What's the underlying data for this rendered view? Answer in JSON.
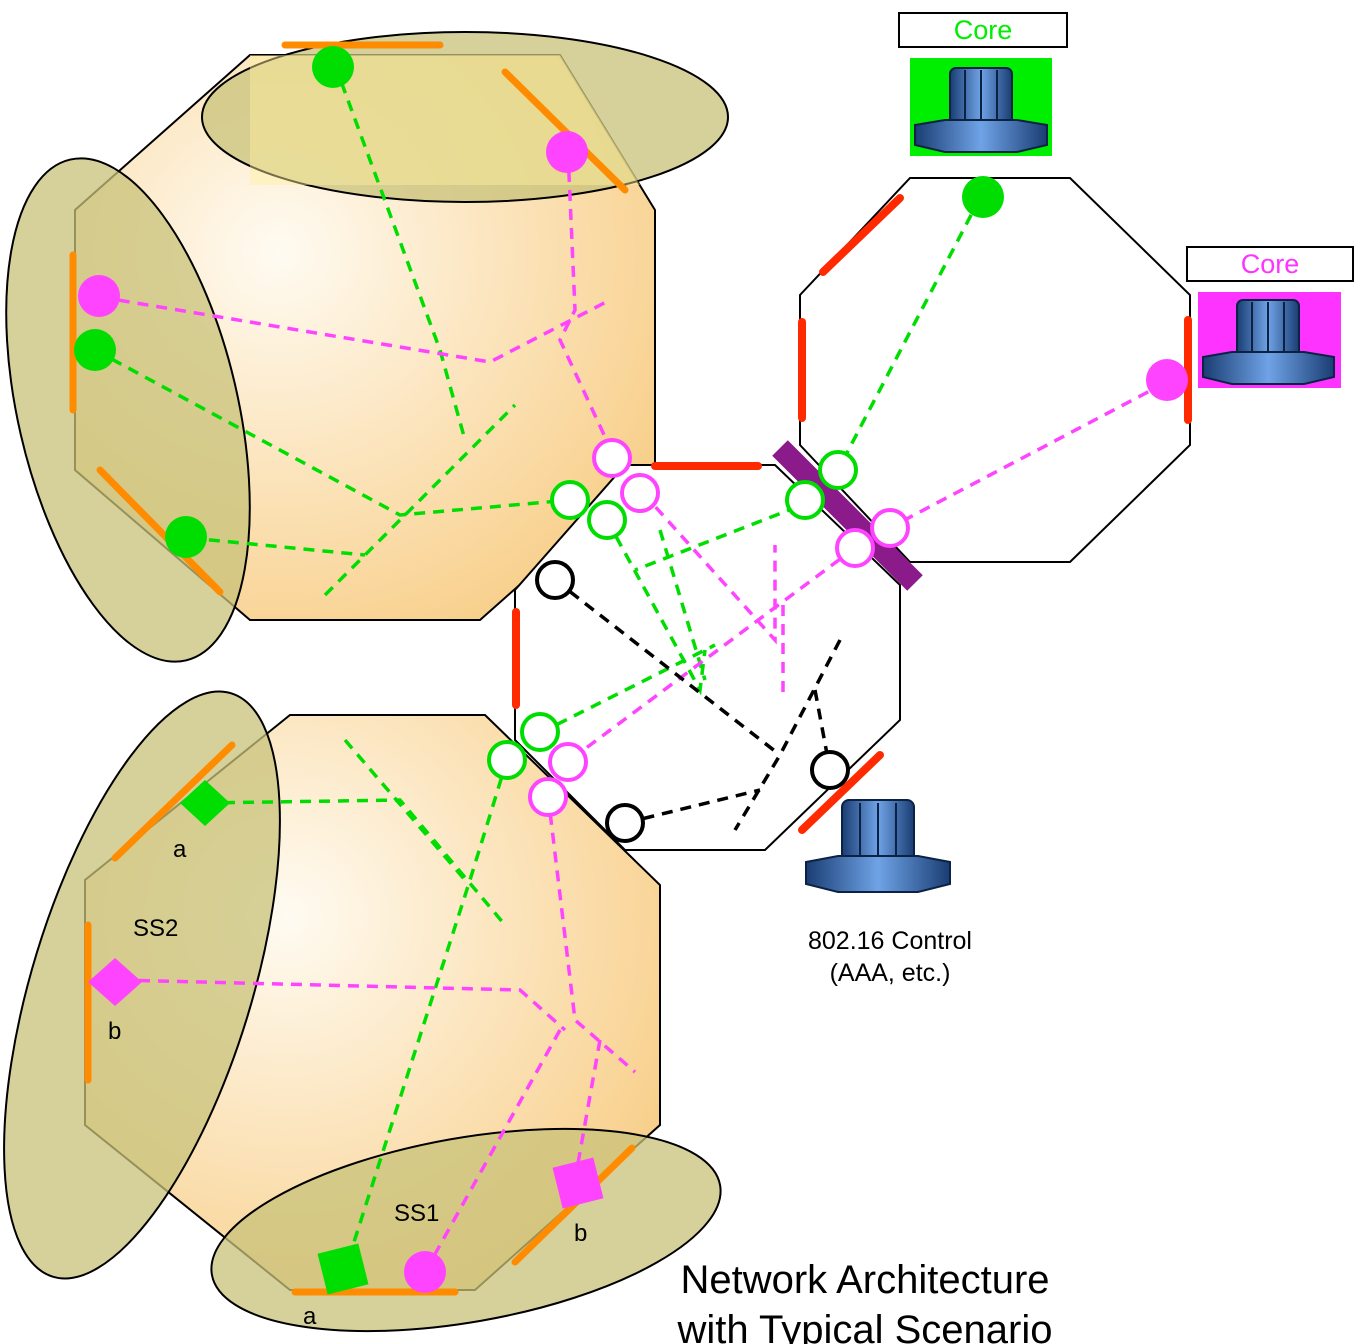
{
  "core_boxes": [
    {
      "label": "Core",
      "color": "#00ee00"
    },
    {
      "label": "Core",
      "color": "#ff33ff"
    }
  ],
  "labels": {
    "ss1": "SS1",
    "ss2": "SS2",
    "a": "a",
    "b": "b"
  },
  "control": {
    "line1": "802.16 Control",
    "line2": "(AAA, etc.)"
  },
  "title": {
    "line1": "Network Architecture",
    "line2": "with Typical Scenario"
  },
  "colors": {
    "green": "#00dd00",
    "magenta": "#ff44ff",
    "red": "#ff2a00",
    "orange": "#ff8c00",
    "purple": "#8b1a8b",
    "ellipse_fill": "#c8c27a",
    "octagon_fill": "#fde7b8"
  },
  "icons": [
    "server-icon",
    "core-server-icon"
  ]
}
